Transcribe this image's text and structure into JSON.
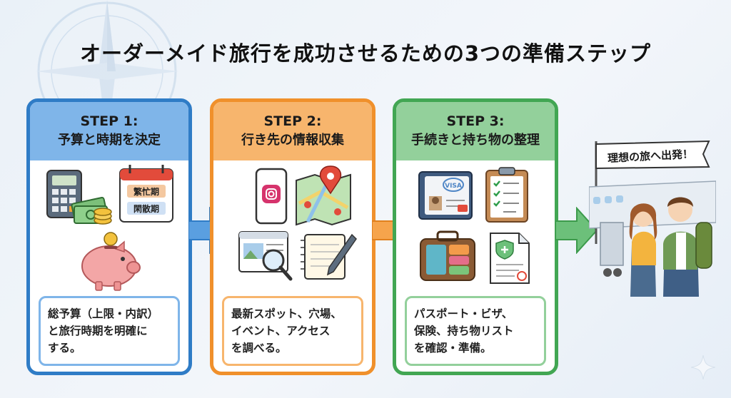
{
  "title": "オーダーメイド旅行を成功させるための3つの準備ステップ",
  "steps": [
    {
      "label": "STEP 1:",
      "name": "予算と時期を決定",
      "badges": [
        "繁忙期",
        "閑散期"
      ],
      "desc_lines": [
        "総予算（上限・内訳）",
        "と旅行時期を明確に",
        "する。"
      ],
      "color": "#2f7cc6",
      "icons": [
        "calculator-icon",
        "money-stack-icon",
        "calendar-icon",
        "piggy-bank-icon"
      ]
    },
    {
      "label": "STEP 2:",
      "name": "行き先の情報収集",
      "desc_lines": [
        "最新スポット、穴場、",
        "イベント、アクセス",
        "を調べる。"
      ],
      "color": "#f0902b",
      "icons": [
        "smartphone-icon",
        "map-pin-icon",
        "web-search-icon",
        "notebook-pen-icon"
      ]
    },
    {
      "label": "STEP 3:",
      "name": "手続きと持ち物の整理",
      "badges": [
        "VISA"
      ],
      "desc_lines": [
        "パスポート・ビザ、",
        "保険、持ち物リスト",
        "を確認・準備。"
      ],
      "color": "#42a653",
      "icons": [
        "passport-icon",
        "checklist-icon",
        "suitcase-icon",
        "insurance-document-icon"
      ]
    }
  ],
  "final_banner": "理想の旅へ出発！",
  "final_icons": [
    "airplane-icon",
    "travelers-illustration"
  ]
}
